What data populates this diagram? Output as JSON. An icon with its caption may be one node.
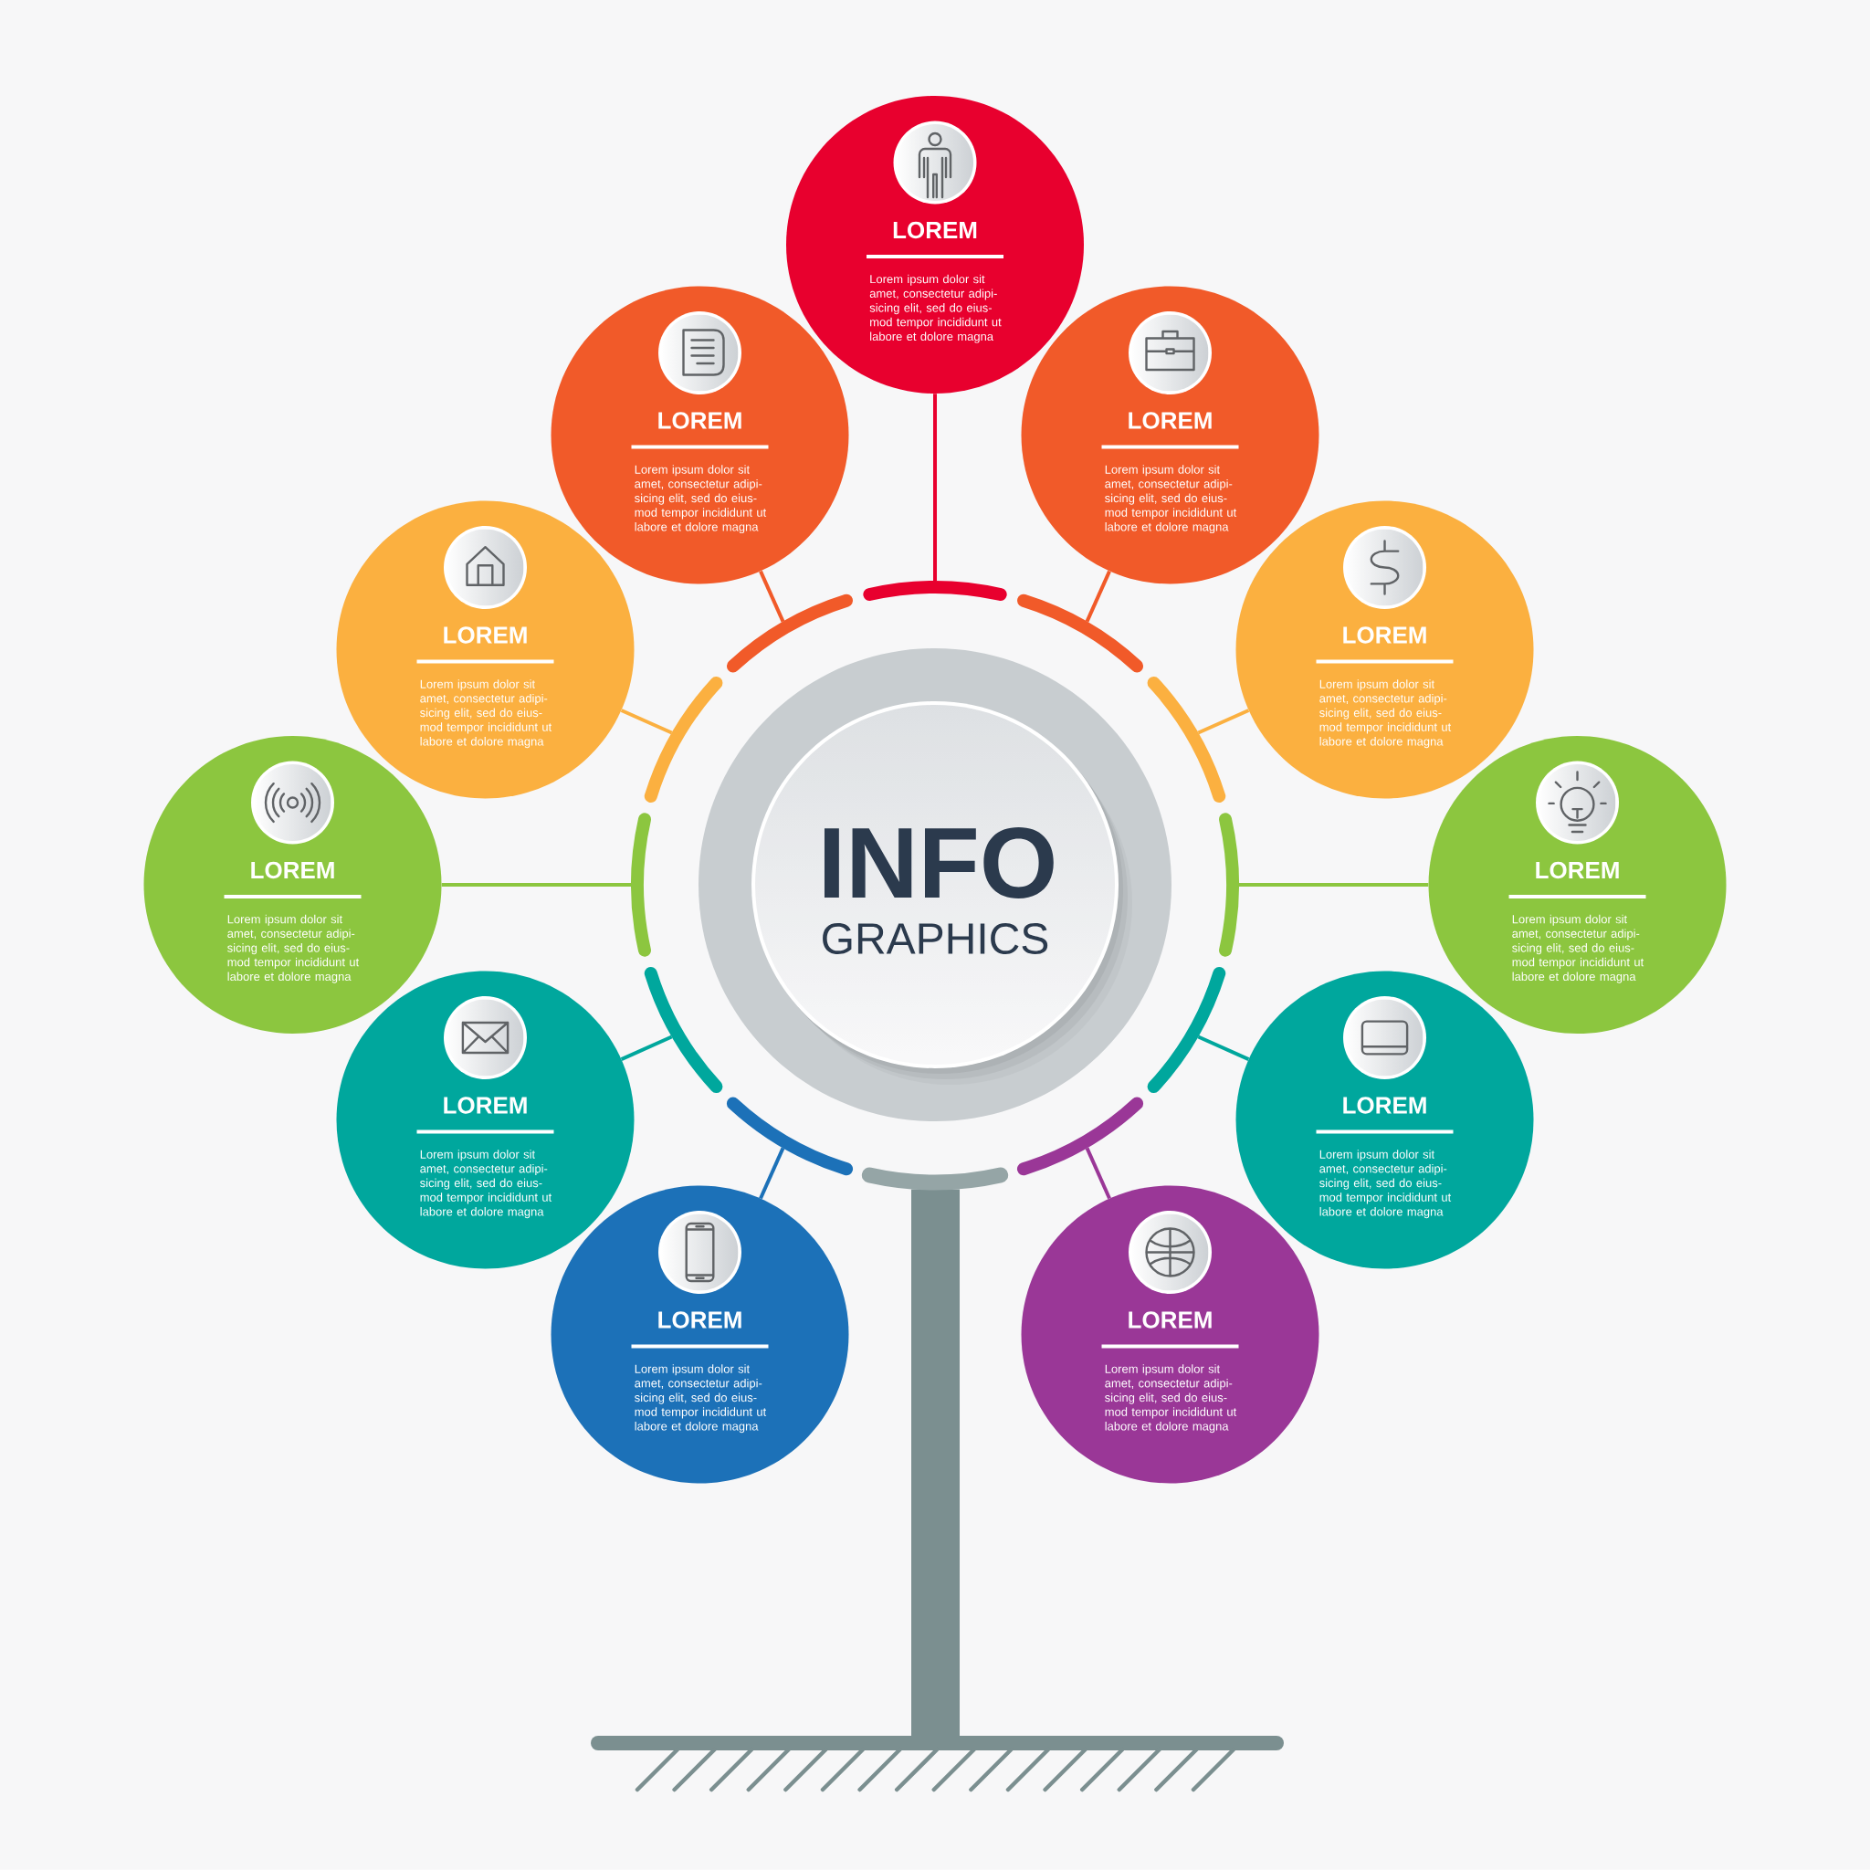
{
  "diagram": {
    "nodes": [
      {
        "text": [
          "LOREM",
          "Lorem ipsum dolor sit amet, consectetur adipi- sicing elit, sed do eius- mod tempor incididunt ut labore et dolore magna"
        ]
      },
      {
        "text": [
          "LOREM",
          "Lorem ipsum dolor sit amet, consectetur adipi- sicing elit, sed do eius- mod tempor incididunt ut labore et dolore magna"
        ]
      },
      {
        "text": [
          "LOREM",
          "Lorem ipsum dolor sit amet, consectetur adipi- sicing elit, sed do eius- mod tempor incididunt ut labore et dolore magna"
        ]
      },
      {
        "text": [
          "LOREM",
          "Lorem ipsum dolor sit amet, consectetur adipi- sicing elit, sed do eius- mod tempor incididunt ut labore et dolore magna"
        ]
      },
      {
        "text": [
          "LOREM",
          "Lorem ipsum dolor sit amet, consectetur adipi- sicing elit, sed do eius- mod tempor incididunt ut labore et dolore magna"
        ]
      },
      {
        "text": [
          "LOREM",
          "Lorem ipsum dolor sit amet, consectetur adipi- sicing elit, sed do eius- mod tempor incididunt ut labore et dolore magna"
        ]
      },
      {
        "text": [
          "INFO",
          "GRAPHICS"
        ]
      },
      {
        "text": [
          "LOREM",
          "Lorem ipsum dolor sit amet, consectetur adipi- sicing elit, sed do eius- mod tempor incididunt ut labore et dolore magna"
        ]
      },
      {
        "text": [
          "LOREM",
          "Lorem ipsum dolor sit amet, consectetur adipi- sicing elit, sed do eius- mod tempor incididunt ut labore et dolore magna"
        ]
      },
      {
        "text": [
          "LOREM",
          "Lorem ipsum dolor sit amet, consectetur adipi- sicing elit, sed do eius- mod tempor incididunt ut labore et dolore magna"
        ]
      },
      {
        "text": [
          "LOREM",
          "Lorem ipsum dolor sit amet, consectetur adipi- sicing elit, sed do eius- mod tempor incididunt ut labore et dolore magna"
        ]
      },
      {
        "text": [
          "LOREM",
          "Lorem ipsum dolor sit amet, consectetur adipi- sicing elit, sed do eius- mod tempor incididunt ut labore et dolore magna"
        ]
      },
      {
        "text": [],
        "shape": "arc"
      },
      {
        "text": [],
        "shape": "arc"
      },
      {
        "text": [],
        "shape": "arc"
      },
      {
        "text": [],
        "shape": "arc"
      },
      {
        "text": [],
        "shape": "arc"
      },
      {
        "text": [],
        "shape": "arc"
      },
      {
        "text": [],
        "shape": "arc"
      },
      {
        "text": [],
        "shape": "arc"
      },
      {
        "text": [],
        "shape": "arc"
      },
      {
        "text": [],
        "shape": "arc"
      },
      {
        "text": [],
        "shape": "arc"
      },
      {
        "text": [],
        "shape": "arc"
      }
    ],
    "edges": [
      {
        "from": 0,
        "to": 12,
        "arrow": "none",
        "color": "#e8002e"
      },
      {
        "from": 1,
        "to": 13,
        "arrow": "none",
        "color": "#f15a29"
      },
      {
        "from": 2,
        "to": 14,
        "arrow": "none",
        "color": "#f15a29"
      },
      {
        "from": 3,
        "to": 15,
        "arrow": "none",
        "color": "#fbb040"
      },
      {
        "from": 4,
        "to": 16,
        "arrow": "none",
        "color": "#fbb040"
      },
      {
        "from": 5,
        "to": 17,
        "arrow": "none",
        "color": "#8cc63f"
      },
      {
        "from": 7,
        "to": 18,
        "arrow": "none",
        "color": "#8cc63f"
      },
      {
        "from": 8,
        "to": 19,
        "arrow": "none",
        "color": "#00a79d"
      },
      {
        "from": 9,
        "to": 20,
        "arrow": "none",
        "color": "#00a79d"
      },
      {
        "from": 10,
        "to": 21,
        "arrow": "none",
        "color": "#1c71b8"
      },
      {
        "from": 11,
        "to": 22,
        "arrow": "none",
        "color": "#9a3797"
      }
    ]
  }
}
